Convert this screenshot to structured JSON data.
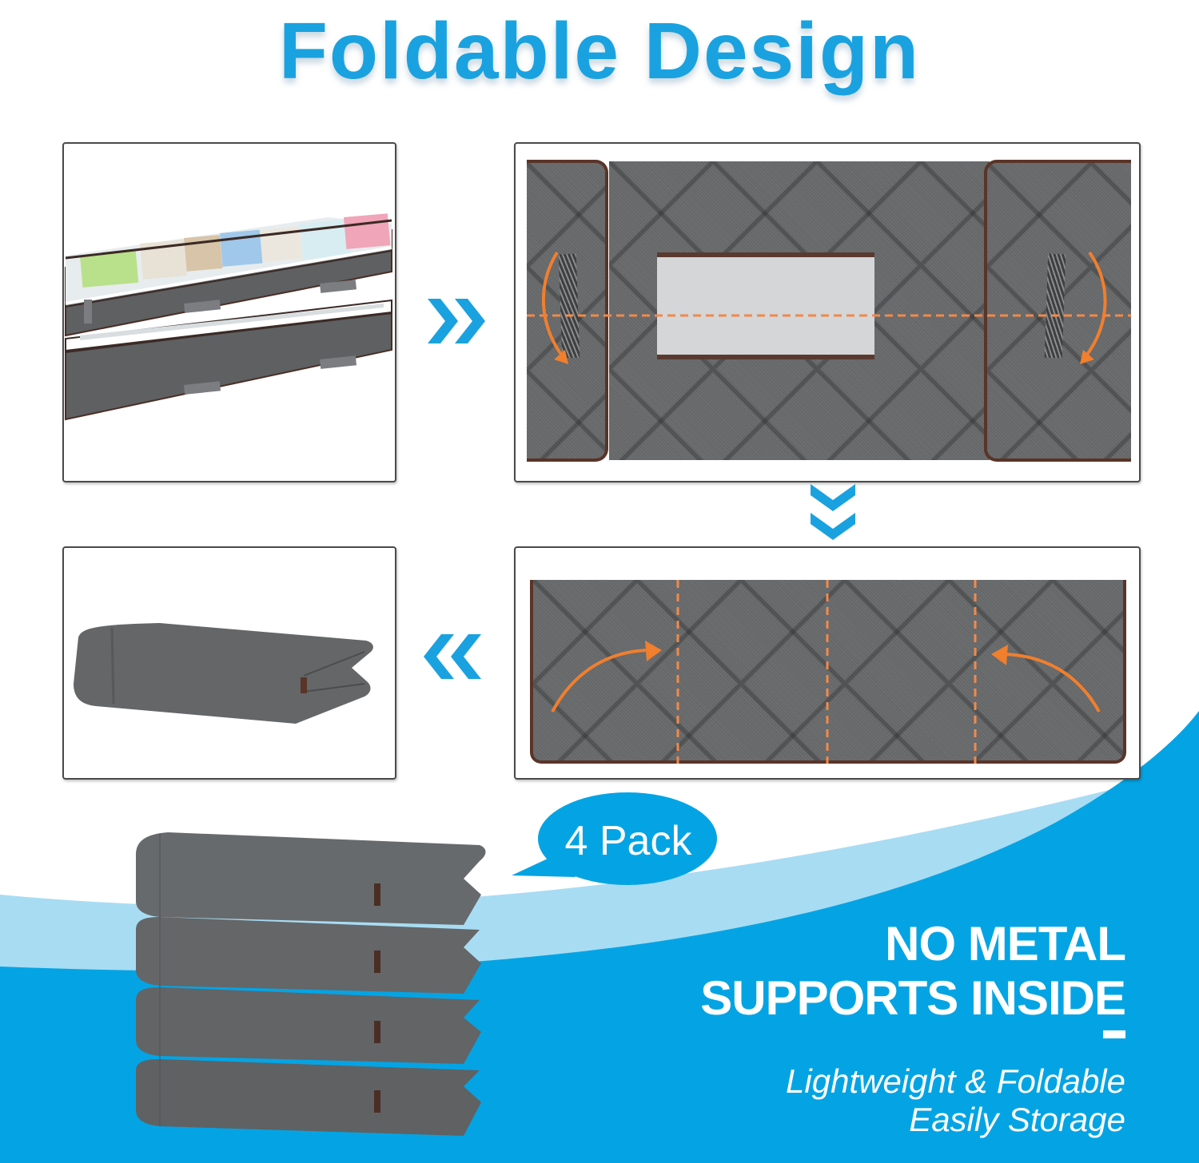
{
  "title": "Foldable Design",
  "colors": {
    "accent_blue": "#1aa2e0",
    "light_blue": "#a8dcf3",
    "fabric_gray": "#6c6e70",
    "trim_brown": "#5a3428",
    "arrow_orange": "#f07f2e"
  },
  "panels": [
    {
      "id": "unfolded-bags",
      "caption": "Two underbed storage bags with clear window lids"
    },
    {
      "id": "flat-bag",
      "caption": "Bag laid flat with side flaps folding in"
    },
    {
      "id": "tri-fold",
      "caption": "Bag folded along dashed lines"
    },
    {
      "id": "folded-bag",
      "caption": "Single folded bag"
    }
  ],
  "flow_icons": {
    "step1": "double-chevron-right-icon",
    "step2": "double-chevron-down-icon",
    "step3": "double-chevron-left-icon"
  },
  "badge": {
    "label": "4 Pack"
  },
  "headline": {
    "line1": "NO METAL",
    "line2": "SUPPORTS INSIDE",
    "separator": "–"
  },
  "subheadline": {
    "line1": "Lightweight & Foldable",
    "line2": "Easily Storage"
  }
}
